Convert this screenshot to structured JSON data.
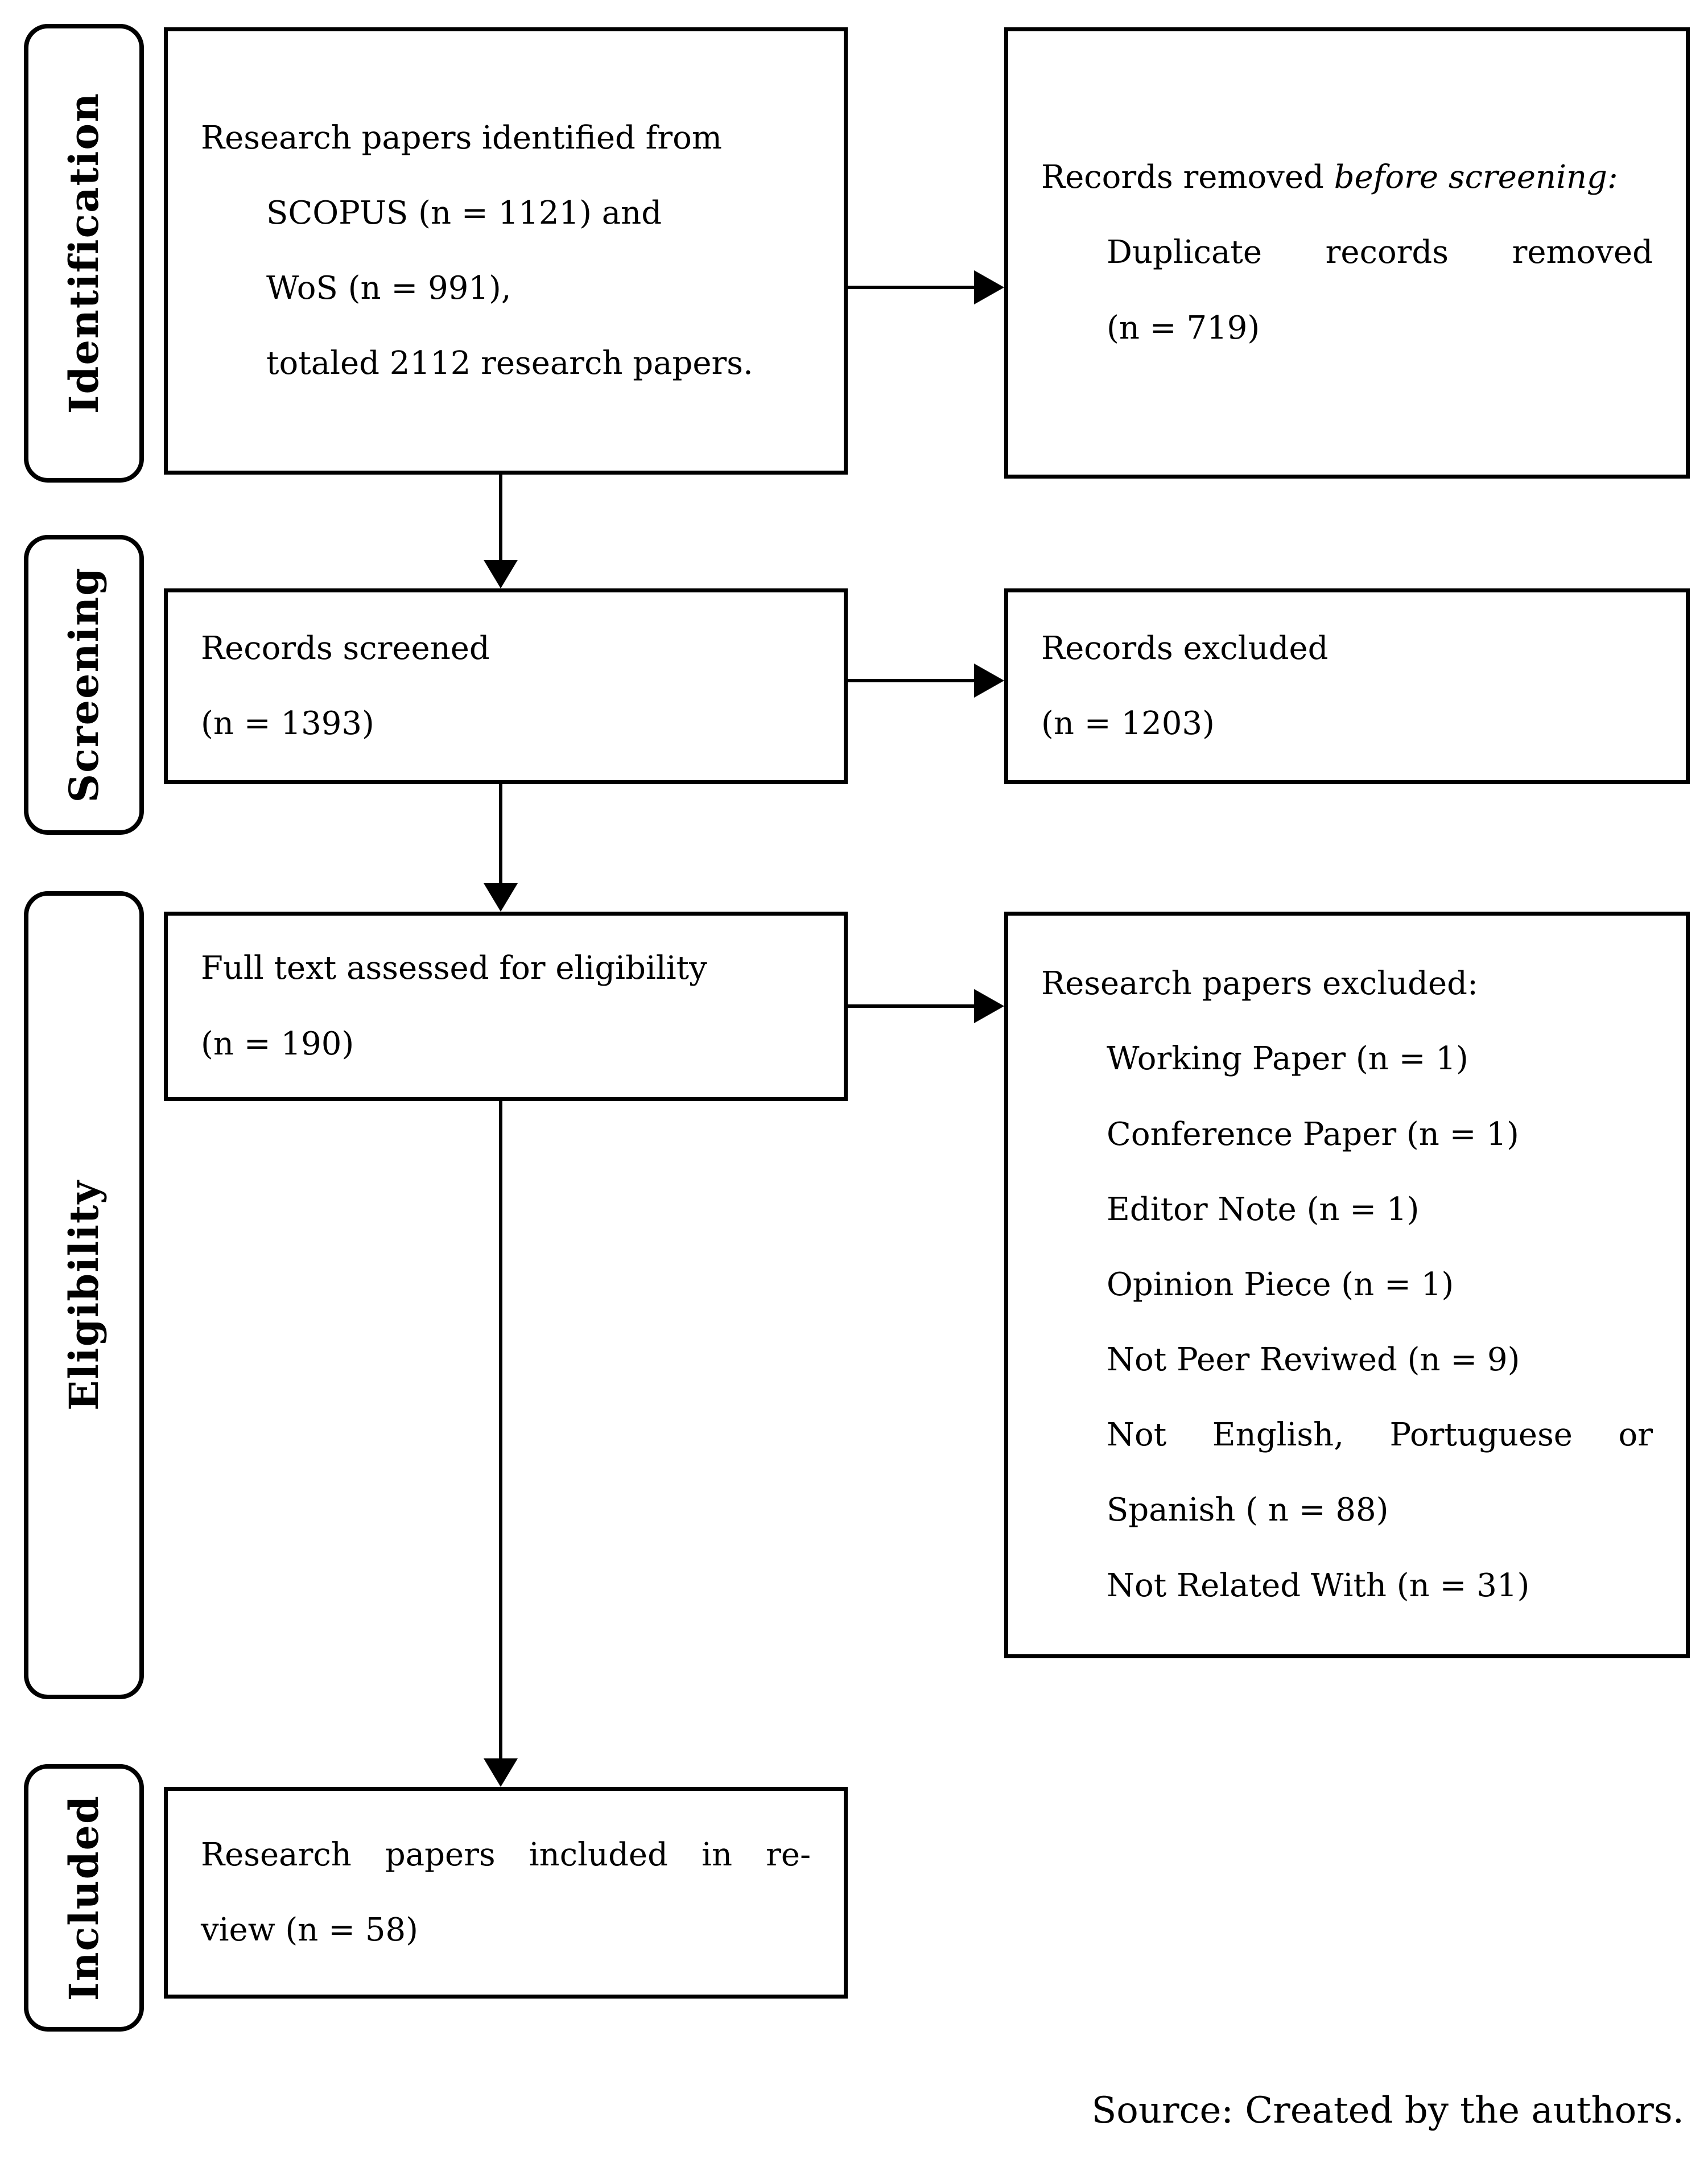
{
  "figure": {
    "type": "prisma-flow-diagram",
    "colors": {
      "line": "#000000",
      "text": "#000000",
      "background": "#ffffff"
    },
    "source_note": "Source: Created by the authors.",
    "stages": [
      {
        "label": "Identification"
      },
      {
        "label": "Screening"
      },
      {
        "label": "Eligibility"
      },
      {
        "label": "Included"
      }
    ],
    "boxes": {
      "identified": {
        "lines": [
          {
            "text": "Research papers identified from"
          },
          {
            "text": "SCOPUS (n = 1121) and",
            "indent": true
          },
          {
            "text": "WoS (n = 991),",
            "indent": true
          },
          {
            "text": "totaled 2112 research papers.",
            "indent": true
          }
        ]
      },
      "removed_before_screening": {
        "lines": [
          {
            "segments": [
              {
                "text": "Records removed "
              },
              {
                "text": "before screening:",
                "italic": true
              }
            ]
          },
          {
            "text": "Duplicate records removed",
            "indent": true,
            "justify": true
          },
          {
            "text": "(n = 719)",
            "indent": true
          }
        ]
      },
      "screened": {
        "lines": [
          {
            "text": "Records screened"
          },
          {
            "text": "(n = 1393)"
          }
        ]
      },
      "records_excluded": {
        "lines": [
          {
            "text": "Records excluded"
          },
          {
            "text": "(n = 1203)"
          }
        ]
      },
      "full_text_assessed": {
        "lines": [
          {
            "text": "Full text assessed for eligibility"
          },
          {
            "text": "(n = 190)"
          }
        ]
      },
      "papers_excluded": {
        "lines": [
          {
            "text": "Research papers excluded:"
          },
          {
            "text": "Working Paper (n = 1)",
            "indent": true
          },
          {
            "text": "Conference Paper (n = 1)",
            "indent": true
          },
          {
            "text": "Editor Note (n = 1)",
            "indent": true
          },
          {
            "text": "Opinion Piece (n = 1)",
            "indent": true
          },
          {
            "text": "Not Peer Reviwed (n = 9)",
            "indent": true
          },
          {
            "text": "Not English, Portuguese or",
            "indent": true,
            "justify": true
          },
          {
            "text": "Spanish ( n = 88)",
            "indent": true
          },
          {
            "text": "Not Related With (n = 31)",
            "indent": true
          }
        ]
      },
      "included_in_review": {
        "lines": [
          {
            "text": "Research papers included in re-",
            "justify": true
          },
          {
            "text": "view (n = 58)"
          }
        ]
      }
    }
  }
}
